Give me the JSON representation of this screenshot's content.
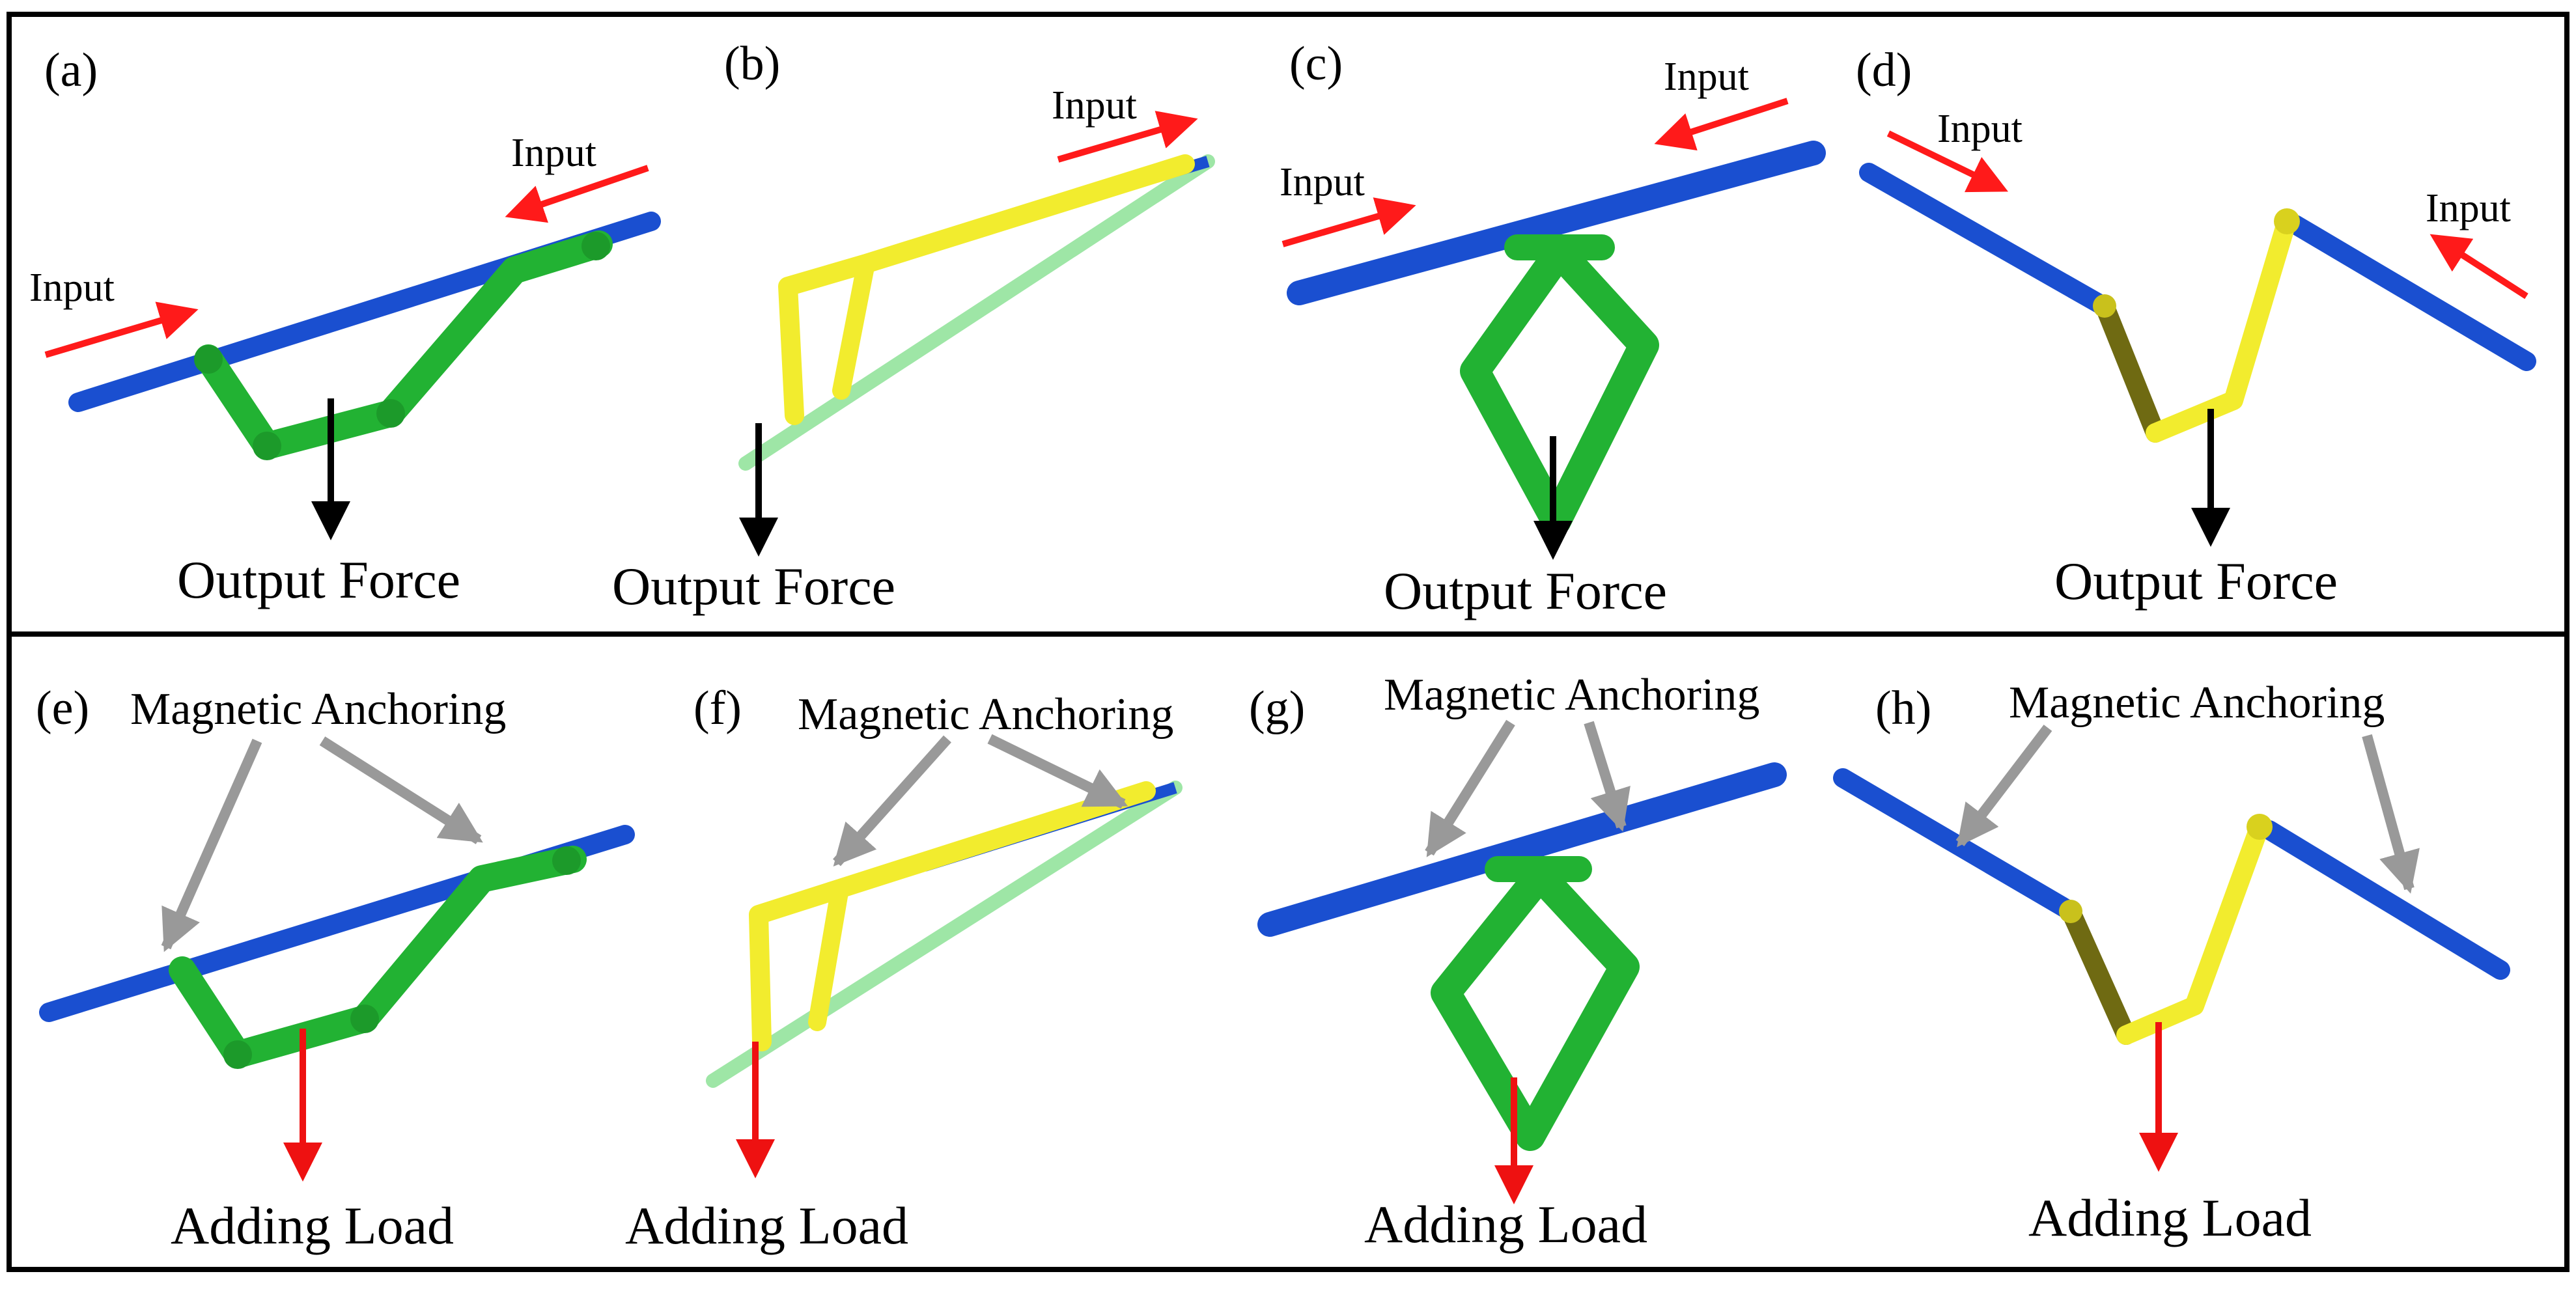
{
  "panels_top": [
    {
      "label": "(a)",
      "input_labels": [
        "Input",
        "Input"
      ],
      "output_label": "Output Force"
    },
    {
      "label": "(b)",
      "input_labels": [
        "Input"
      ],
      "output_label": "Output Force"
    },
    {
      "label": "(c)",
      "input_labels": [
        "Input",
        "Input"
      ],
      "output_label": "Output Force"
    },
    {
      "label": "(d)",
      "input_labels": [
        "Input",
        "Input"
      ],
      "output_label": "Output Force"
    }
  ],
  "panels_bottom": [
    {
      "label": "(e)",
      "anchor_label": "Magnetic Anchoring",
      "load_label": "Adding Load"
    },
    {
      "label": "(f)",
      "anchor_label": "Magnetic Anchoring",
      "load_label": "Adding Load"
    },
    {
      "label": "(g)",
      "anchor_label": "Magnetic Anchoring",
      "load_label": "Adding Load"
    },
    {
      "label": "(h)",
      "anchor_label": "Magnetic Anchoring",
      "load_label": "Adding Load"
    }
  ],
  "colors": {
    "rail_blue": "#1a4fd0",
    "link_green": "#22b233",
    "link_light_green": "#9ee6a6",
    "link_yellow": "#f2ec2e",
    "link_olive": "#6f6a12",
    "input_arrow": "#ff1a1a",
    "output_arrow": "#000000",
    "load_arrow": "#ee1111",
    "anchor_arrow": "#999999"
  }
}
